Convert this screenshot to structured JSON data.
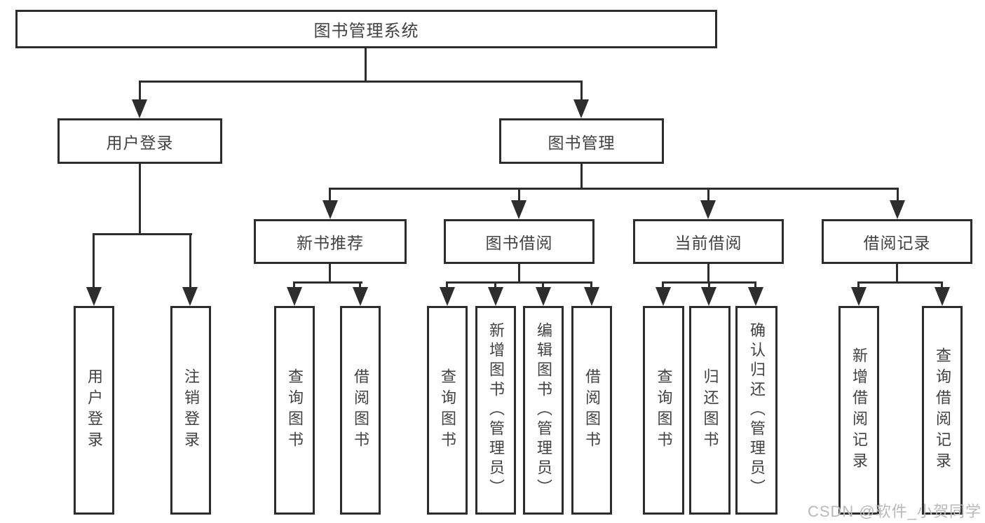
{
  "diagram": {
    "root": "图书管理系统",
    "user_login": {
      "label": "用户登录",
      "children": [
        "用户登录",
        "注销登录"
      ]
    },
    "book_management": {
      "label": "图书管理",
      "groups": [
        {
          "label": "新书推荐",
          "children": [
            "查询图书",
            "借阅图书"
          ]
        },
        {
          "label": "图书借阅",
          "children": [
            "查询图书",
            "新增图书（管理员）",
            "编辑图书（管理员）",
            "借阅图书"
          ]
        },
        {
          "label": "当前借阅",
          "children": [
            "查询图书",
            "归还图书",
            "确认归还（管理员）"
          ]
        },
        {
          "label": "借阅记录",
          "children": [
            "新增借阅记录",
            "查询借阅记录"
          ]
        }
      ]
    }
  },
  "watermark": "CSDN @软件_小贺同学",
  "colors": {
    "line": "#2d2d2d",
    "text": "#424242",
    "watermark": "#b9b9b9",
    "background": "#ffffff"
  }
}
